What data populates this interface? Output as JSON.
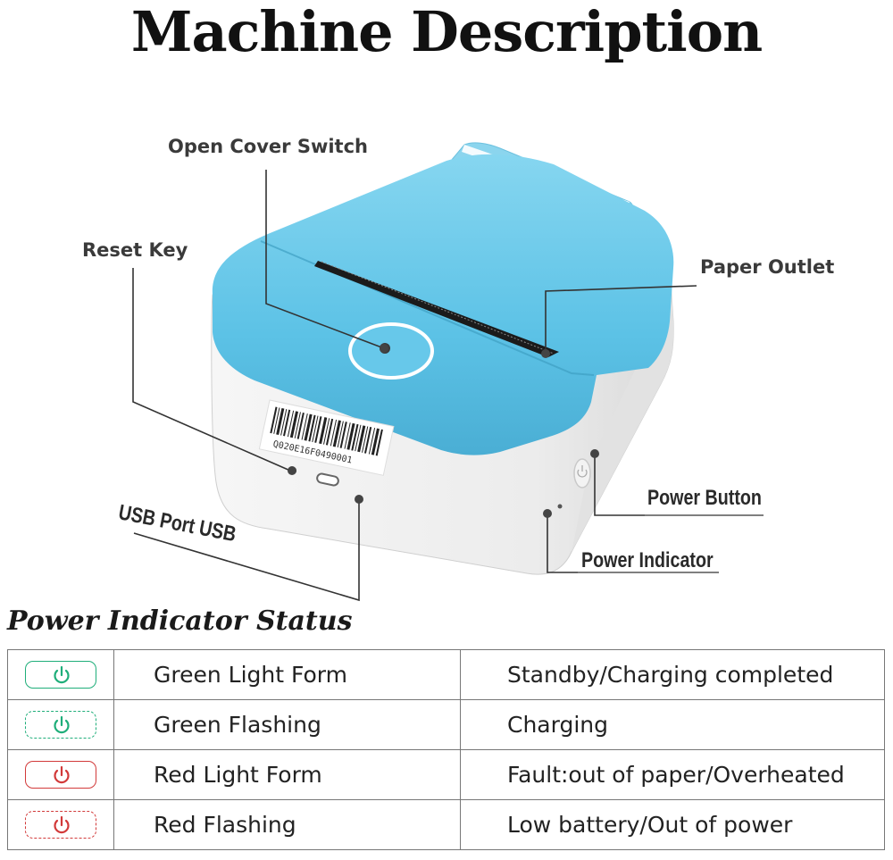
{
  "title": "Machine Description",
  "callouts": {
    "open_cover_switch": "Open Cover Switch",
    "reset_key": "Reset Key",
    "paper_outlet": "Paper Outlet",
    "usb_port": "USB Port  USB",
    "power_button": "Power Button",
    "power_indicator": "Power Indicator"
  },
  "device": {
    "barcode_text": "Q020E16F0490001",
    "colors": {
      "cover": "#5fc4e6",
      "body": "#f4f4f4"
    }
  },
  "status": {
    "title": "Power Indicator Status",
    "rows": [
      {
        "icon": "power-icon",
        "color": "#1fae7a",
        "style": "solid",
        "mode": "Green Light Form",
        "meaning": "Standby/Charging completed"
      },
      {
        "icon": "power-icon",
        "color": "#1fae7a",
        "style": "dashed",
        "mode": "Green Flashing",
        "meaning": "Charging"
      },
      {
        "icon": "power-icon",
        "color": "#d23a3a",
        "style": "solid",
        "mode": "Red Light Form",
        "meaning": "Fault:out of paper/Overheated"
      },
      {
        "icon": "power-icon",
        "color": "#d23a3a",
        "style": "dashed",
        "mode": "Red Flashing",
        "meaning": "Low battery/Out of power"
      }
    ]
  }
}
